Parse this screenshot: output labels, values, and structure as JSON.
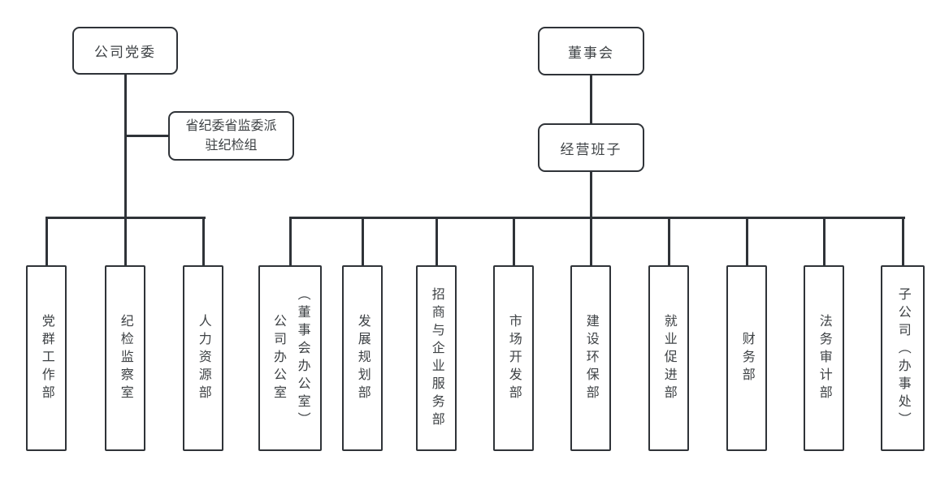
{
  "colors": {
    "line": "#2f3338",
    "text": "#3e4245",
    "background": "#ffffff"
  },
  "party_branch": {
    "root_label": "公司党委",
    "attached_label": "省纪委省监委派驻纪检组",
    "departments": [
      {
        "name": "党群工作部",
        "columns": [
          "党群工作部"
        ]
      },
      {
        "name": "纪检监察室",
        "columns": [
          "纪检监察室"
        ]
      },
      {
        "name": "人力资源部",
        "columns": [
          "人力资源部"
        ]
      }
    ]
  },
  "board_branch": {
    "root_label": "董事会",
    "management_label": "经营班子",
    "departments": [
      {
        "name": "公司办公室（董事会办公室）",
        "columns": [
          "公司办公室",
          "（董事会办公室）"
        ]
      },
      {
        "name": "发展规划部",
        "columns": [
          "发展规划部"
        ]
      },
      {
        "name": "招商与企业服务部",
        "columns": [
          "招商与企业服务部"
        ]
      },
      {
        "name": "市场开发部",
        "columns": [
          "市场开发部"
        ]
      },
      {
        "name": "建设环保部",
        "columns": [
          "建设环保部"
        ]
      },
      {
        "name": "就业促进部",
        "columns": [
          "就业促进部"
        ]
      },
      {
        "name": "财务部",
        "columns": [
          "财务部"
        ]
      },
      {
        "name": "法务审计部",
        "columns": [
          "法务审计部"
        ]
      },
      {
        "name": "子公司（办事处）",
        "columns": [
          "子公司（办事处）"
        ]
      }
    ]
  }
}
